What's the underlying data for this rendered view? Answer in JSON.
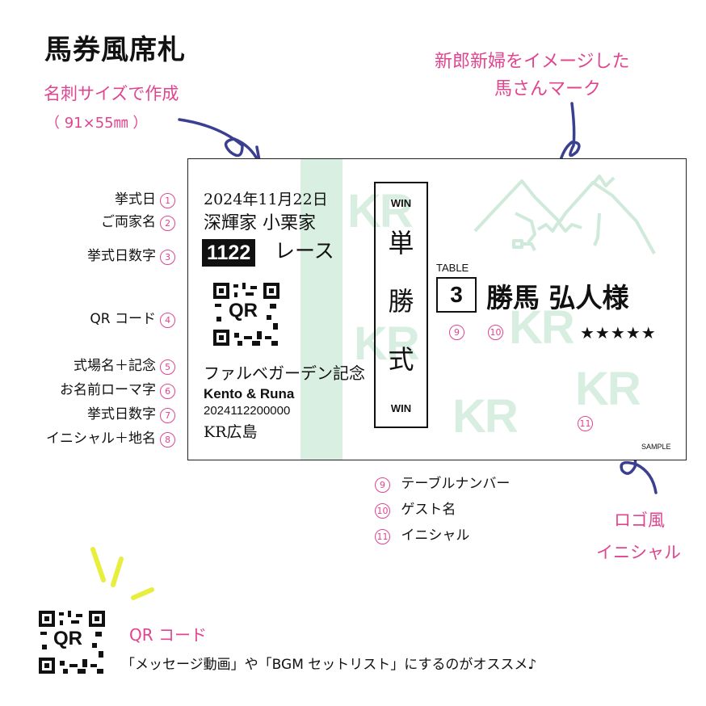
{
  "title": "馬券風席札",
  "notes": {
    "size_line1": "名刺サイズで作成",
    "size_line2": "（ 91×55㎜ ）",
    "logo_line1": "新郎新婦をイメージした",
    "logo_line2": "馬さんマーク",
    "initial_line1": "ロゴ風",
    "initial_line2": "イニシャル"
  },
  "left_labels": [
    {
      "text": "挙式日",
      "num": "1"
    },
    {
      "text": "ご両家名",
      "num": "2"
    },
    {
      "text": "挙式日数字",
      "num": "3"
    },
    {
      "text": "QR コード",
      "num": "4"
    },
    {
      "text": "式場名＋記念",
      "num": "5"
    },
    {
      "text": "お名前ローマ字",
      "num": "6"
    },
    {
      "text": "挙式日数字",
      "num": "7"
    },
    {
      "text": "イニシャル＋地名",
      "num": "8"
    }
  ],
  "ticket": {
    "date": "2024年11月22日",
    "families": "深輝家 小栗家",
    "race_number": "1122",
    "race_suffix": "レース",
    "qr_label": "QR",
    "venue": "ファルベガーデン記念",
    "romaji": "Kento & Runa",
    "date_digits": "2024112200000",
    "initial_place": "KR広島",
    "win_top": "WIN",
    "bet_chars": [
      "単",
      "勝",
      "式"
    ],
    "win_bottom": "WIN",
    "table_label": "TABLE",
    "table_number": "3",
    "guest_name": "勝馬 弘人様",
    "stars": "★★★★★",
    "watermark": "KR",
    "sample": "SAMPLE",
    "num9": "9",
    "num10": "10",
    "num11": "11"
  },
  "legend": [
    {
      "num": "9",
      "text": "テーブルナンバー"
    },
    {
      "num": "10",
      "text": "ゲスト名"
    },
    {
      "num": "11",
      "text": "イニシャル"
    }
  ],
  "qr_note": {
    "qr_label": "QR",
    "heading": "QR コード",
    "text": "「メッセージ動画」や「BGM セットリスト」にするのがオススメ♪"
  },
  "colors": {
    "accent_pink": "#e0458f",
    "arrow_navy": "#3b3f8f",
    "mint": "#d7eee0",
    "yellow": "#e8ee3c"
  }
}
